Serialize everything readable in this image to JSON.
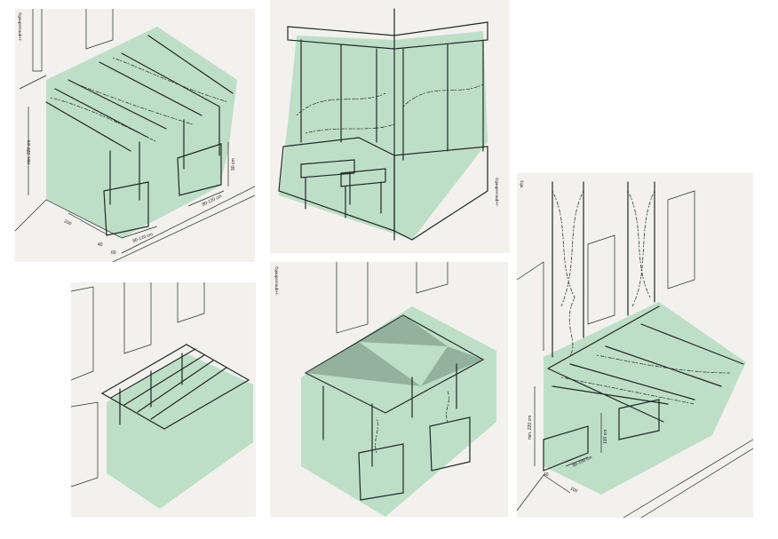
{
  "credit": "©gaupenraub+/-",
  "panels": [
    {
      "id": "pergola-planters",
      "labels": {
        "height": "min. 220 cm",
        "planter_height": "90 cm",
        "width_a": "80-120 cm",
        "width_b": "80-120 cm",
        "depth": "200",
        "gap_a": "40",
        "gap_b": "60"
      }
    },
    {
      "id": "enclosed-seating"
    },
    {
      "id": "slatted-awning"
    },
    {
      "id": "sail-canopy"
    },
    {
      "id": "trellis-pergola",
      "credit_short": "©ga",
      "labels": {
        "height": "min. 220 cm",
        "planter_height": "100 cm",
        "width": "80-100 cm",
        "gap": "40",
        "depth": "200"
      }
    }
  ],
  "colors": {
    "green": "#b9dcc3",
    "ink": "#1f2a22",
    "paper": "#f2f1ee"
  }
}
